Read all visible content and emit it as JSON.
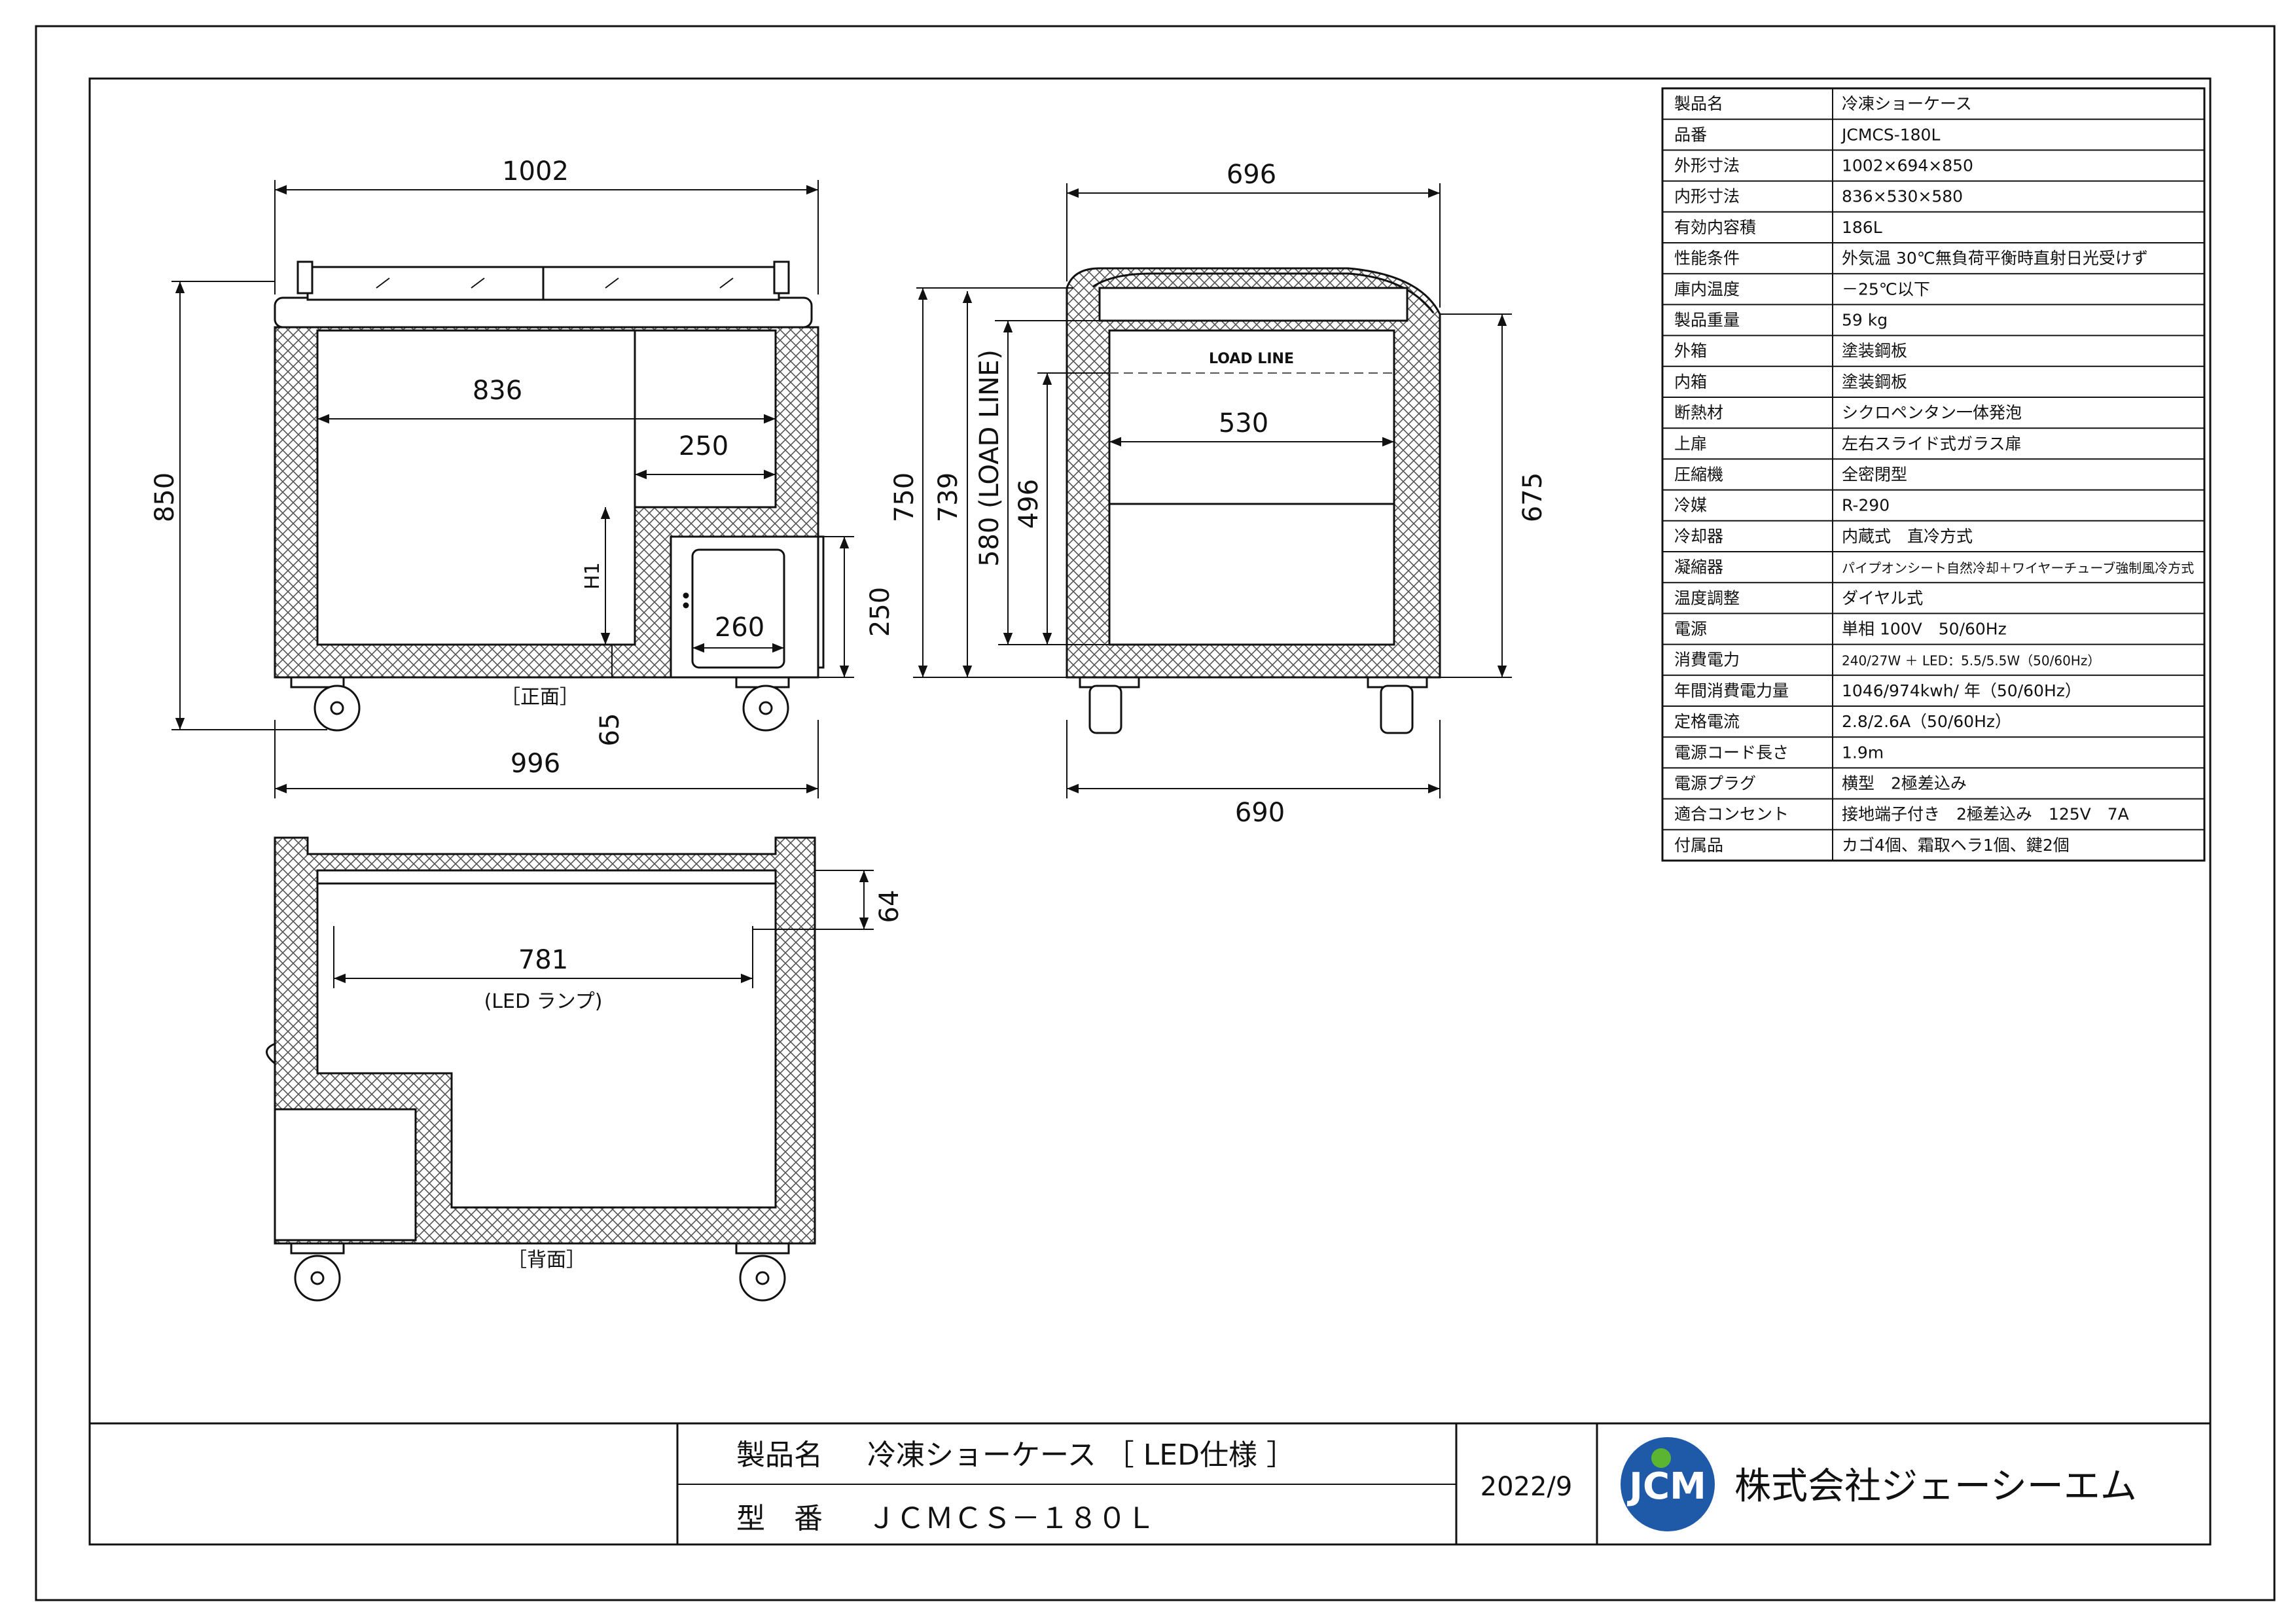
{
  "spec_table": [
    {
      "key": "製品名",
      "value": "冷凍ショーケース"
    },
    {
      "key": "品番",
      "value": "JCMCS-180L"
    },
    {
      "key": "外形寸法",
      "value": "1002×694×850"
    },
    {
      "key": "内形寸法",
      "value": "836×530×580"
    },
    {
      "key": "有効内容積",
      "value": "186L"
    },
    {
      "key": "性能条件",
      "value": "外気温 30℃無負荷平衡時直射日光受けず"
    },
    {
      "key": "庫内温度",
      "value": "－25℃以下"
    },
    {
      "key": "製品重量",
      "value": "59 kg"
    },
    {
      "key": "外箱",
      "value": "塗装鋼板"
    },
    {
      "key": "内箱",
      "value": "塗装鋼板"
    },
    {
      "key": "断熱材",
      "value": "シクロペンタン一体発泡"
    },
    {
      "key": "上扉",
      "value": "左右スライド式ガラス扉"
    },
    {
      "key": "圧縮機",
      "value": "全密閉型"
    },
    {
      "key": "冷媒",
      "value": "R-290"
    },
    {
      "key": "冷却器",
      "value": "内蔵式　直冷方式"
    },
    {
      "key": "凝縮器",
      "value": "パイプオンシート自然冷却＋ワイヤーチューブ強制風冷方式"
    },
    {
      "key": "温度調整",
      "value": "ダイヤル式"
    },
    {
      "key": "電源",
      "value": "単相 100V　50/60Hz"
    },
    {
      "key": "消費電力",
      "value": "240/27W ＋ LED：5.5/5.5W（50/60Hz）"
    },
    {
      "key": "年間消費電力量",
      "value": "1046/974kwh/ 年（50/60Hz）"
    },
    {
      "key": "定格電流",
      "value": "2.8/2.6A（50/60Hz）"
    },
    {
      "key": "電源コード長さ",
      "value": "1.9m"
    },
    {
      "key": "電源プラグ",
      "value": "横型　2極差込み"
    },
    {
      "key": "適合コンセント",
      "value": "接地端子付き　2極差込み　125V　7A"
    },
    {
      "key": "付属品",
      "value": "カゴ4個、霜取ヘラ1個、鍵2個"
    }
  ],
  "front_view": {
    "label": "［正面］",
    "dims": {
      "width_top": "1002",
      "width_bottom": "996",
      "inner_width": "836",
      "step_width": "250",
      "height_total": "850",
      "machine_height": "250",
      "machine_width": "260",
      "base": "65",
      "h1": "H1"
    }
  },
  "side_view": {
    "load_line": "LOAD LINE",
    "dims": {
      "width_top": "696",
      "width_bottom": "690",
      "inner_depth": "530",
      "h750": "750",
      "h739": "739",
      "h580": "580 (LOAD LINE)",
      "h496": "496",
      "h675": "675"
    }
  },
  "back_view": {
    "label": "［背面］",
    "dims": {
      "led_width": "781",
      "led_label": "(LED ランプ)",
      "led_drop": "64"
    }
  },
  "title_block": {
    "product_label": "製品名",
    "product_name": "冷凍ショーケース ［ LED仕様 ］",
    "model_label": "型　番",
    "model_number": "ＪＣＭＣＳ－１８０Ｌ",
    "date": "2022/9",
    "logo_text": "JCM",
    "company": "株式会社ジェーシーエム"
  },
  "colors": {
    "line": "#111111",
    "logo_blue": "#1e5aa8",
    "logo_green": "#5cb531",
    "hatch": "#555555"
  }
}
